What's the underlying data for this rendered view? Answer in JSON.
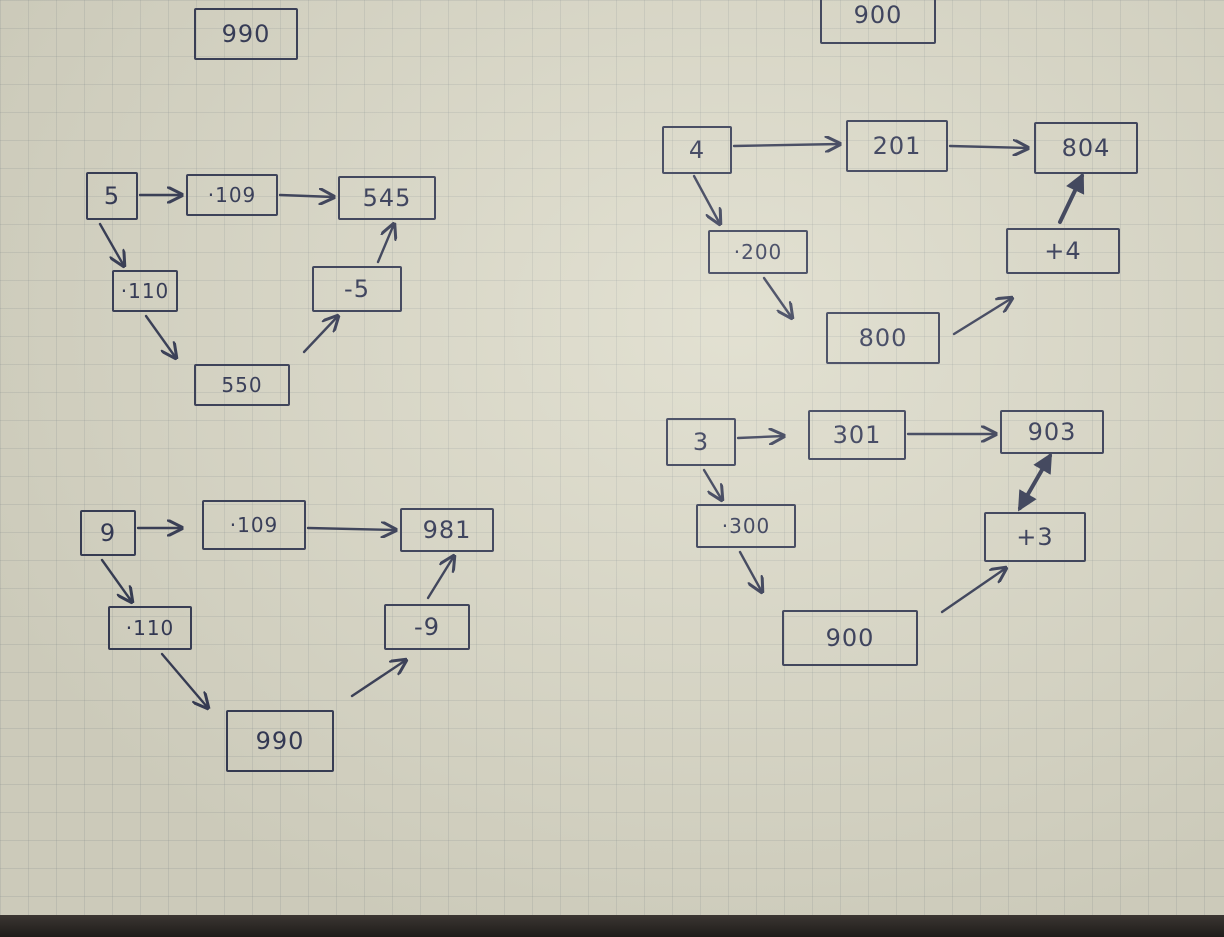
{
  "diagrams": [
    {
      "id": "five",
      "nodes": [
        {
          "key": "n5-start",
          "label": "5"
        },
        {
          "key": "n5-times109",
          "label": "·109"
        },
        {
          "key": "n5-result",
          "label": "545"
        },
        {
          "key": "n5-times110",
          "label": "·110"
        },
        {
          "key": "n5-product",
          "label": "550"
        },
        {
          "key": "n5-minus",
          "label": "-5"
        }
      ]
    },
    {
      "id": "nine",
      "nodes": [
        {
          "key": "n9-start",
          "label": "9"
        },
        {
          "key": "n9-times109",
          "label": "·109"
        },
        {
          "key": "n9-result",
          "label": "981"
        },
        {
          "key": "n9-times110",
          "label": "·110"
        },
        {
          "key": "n9-product",
          "label": "990"
        },
        {
          "key": "n9-minus",
          "label": "-9"
        }
      ]
    },
    {
      "id": "four",
      "nodes": [
        {
          "key": "n4-start",
          "label": "4"
        },
        {
          "key": "n4-times201",
          "label": "201"
        },
        {
          "key": "n4-result",
          "label": "804"
        },
        {
          "key": "n4-times200",
          "label": "·200"
        },
        {
          "key": "n4-product",
          "label": "800"
        },
        {
          "key": "n4-plus",
          "label": "+4"
        }
      ]
    },
    {
      "id": "three",
      "nodes": [
        {
          "key": "n3-start",
          "label": "3"
        },
        {
          "key": "n3-times301",
          "label": "301"
        },
        {
          "key": "n3-result",
          "label": "903"
        },
        {
          "key": "n3-times300",
          "label": "·300"
        },
        {
          "key": "n3-product",
          "label": "900"
        },
        {
          "key": "n3-plus",
          "label": "+3"
        }
      ]
    }
  ],
  "partial_nodes": [
    {
      "key": "top-left-partial",
      "label": "990"
    },
    {
      "key": "top-right-partial",
      "label": "900"
    }
  ]
}
